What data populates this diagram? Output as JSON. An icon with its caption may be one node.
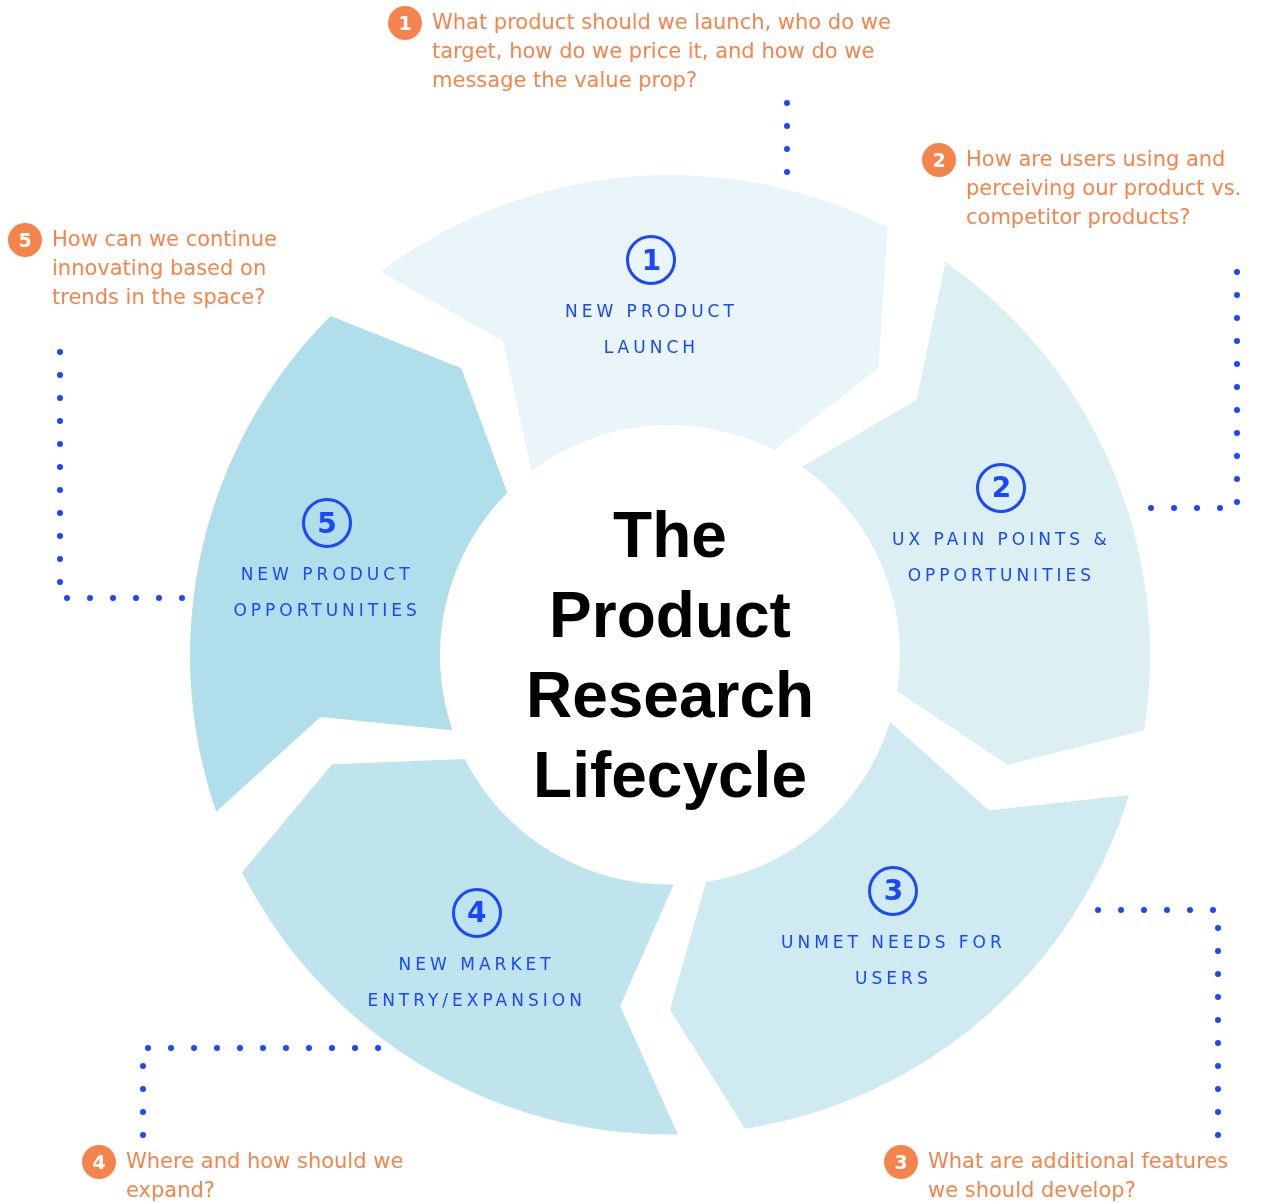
{
  "diagram": {
    "nodes": [
      {
        "text": [
          "1",
          "NEW PRODUCT LAUNCH"
        ]
      },
      {
        "text": [
          "2",
          "UX PAIN POINTS & OPPORTUNITIES"
        ]
      },
      {
        "text": [
          "3",
          "UNMET NEEDS FOR USERS"
        ]
      },
      {
        "text": [
          "4",
          "NEW MARKET ENTRY/EXPANSION"
        ]
      },
      {
        "text": [
          "5",
          "NEW PRODUCT OPPORTUNITIES"
        ]
      },
      {
        "text": [
          "The Product Research Lifecycle"
        ]
      },
      {
        "text": [
          "1",
          "What product should we launch, who do we target, how do we price it, and how do we message the value prop?"
        ]
      },
      {
        "text": [
          "2",
          "How are users using and perceiving our product vs. competitor products?"
        ]
      },
      {
        "text": [
          "3",
          "What are additional features we should develop?"
        ]
      },
      {
        "text": [
          "4",
          "Where and how should we expand?"
        ]
      },
      {
        "text": [
          "5",
          "How can we continue innovating based on trends in the space?"
        ]
      }
    ],
    "edges": [
      {
        "from": 6,
        "to": 0,
        "arrow": "none"
      },
      {
        "from": 7,
        "to": 1,
        "arrow": "none"
      },
      {
        "from": 8,
        "to": 2,
        "arrow": "none"
      },
      {
        "from": 9,
        "to": 3,
        "arrow": "none"
      },
      {
        "from": 10,
        "to": 4,
        "arrow": "none"
      }
    ]
  }
}
